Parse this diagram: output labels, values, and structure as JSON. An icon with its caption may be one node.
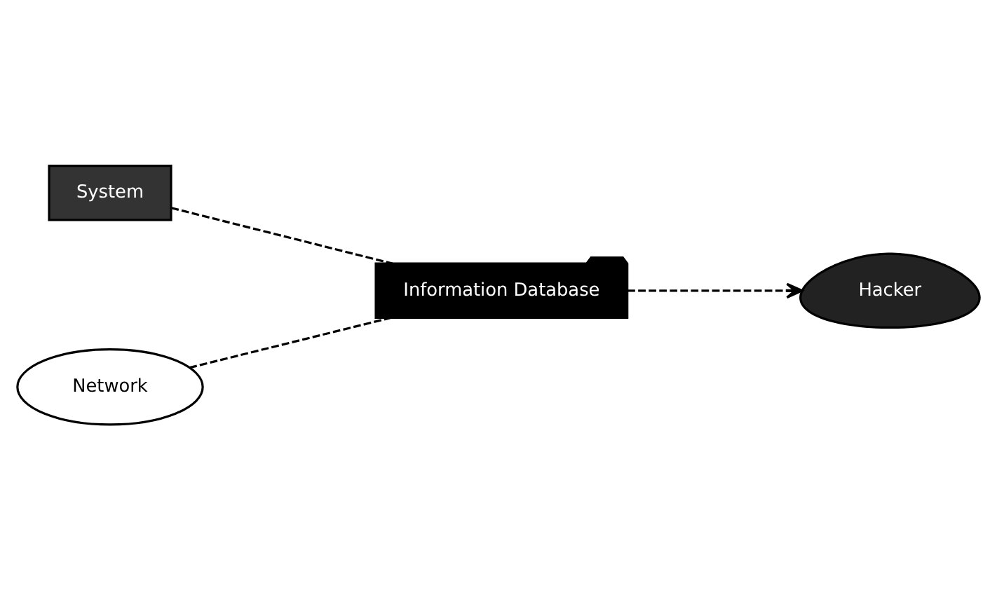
{
  "diagram": {
    "nodes": [
      {
        "text": [
          "System"
        ]
      },
      {
        "text": [
          "Network"
        ]
      },
      {
        "text": [
          "Information Database"
        ]
      },
      {
        "text": [
          "Hacker"
        ]
      }
    ],
    "edges": [
      {
        "from": 0,
        "to": 2,
        "arrow": "none",
        "style": "dashed"
      },
      {
        "from": 1,
        "to": 2,
        "arrow": "none",
        "style": "dashed"
      },
      {
        "from": 2,
        "to": 3,
        "arrow": "to",
        "style": "dashed"
      }
    ]
  }
}
